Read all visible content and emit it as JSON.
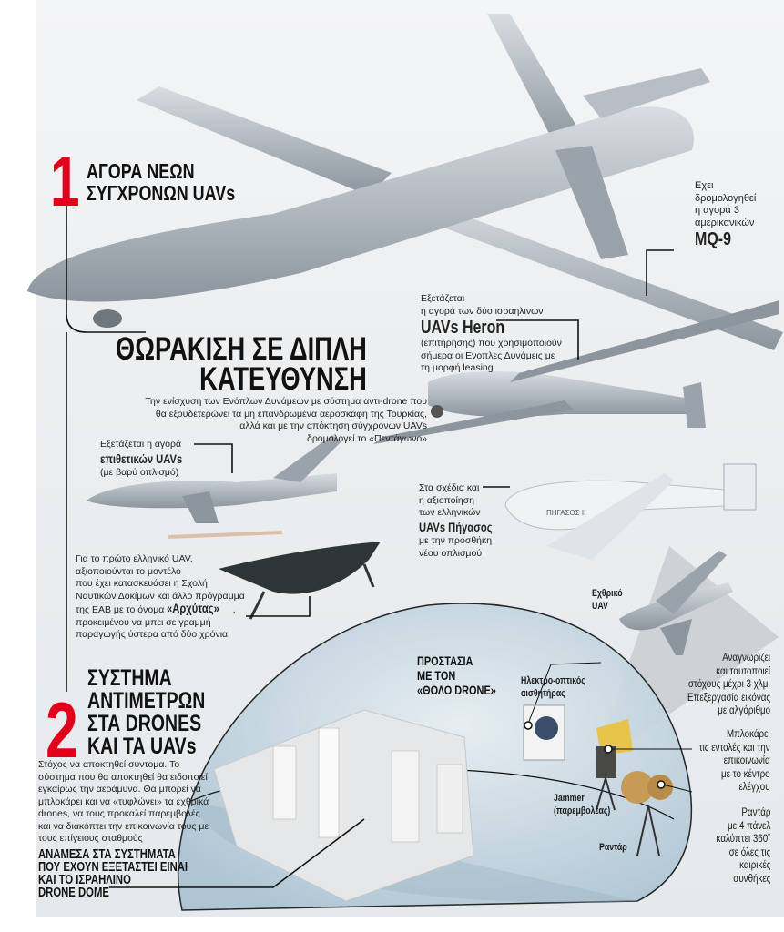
{
  "colors": {
    "accent_red": "#e3001b",
    "text": "#1a1a1a",
    "background": "#eceef0",
    "dome": "#b9cfdc"
  },
  "section1": {
    "number": "1",
    "title_line1": "ΑΓΟΡΑ ΝΕΩΝ",
    "title_line2": "ΣΥΓΧΡΟΝΩΝ UAVs"
  },
  "mq9": {
    "line1": "Εχει",
    "line2": "δρομολογηθεί",
    "line3": "η αγορά 3",
    "line4": "αμερικανικών",
    "name": "MQ-9"
  },
  "heron": {
    "line1": "Εξετάζεται",
    "line2": "η αγορά των δύο ισραηλινών",
    "name": "UAVs Heron",
    "line3": "(επιτήρησης) που χρησιμοποιούν",
    "line4": "σήμερα οι Ενοπλες Δυνάμεις με",
    "line5": "τη μορφή leasing"
  },
  "main": {
    "title_line1": "ΘΩΡΑΚΙΣΗ ΣΕ ΔΙΠΛΗ",
    "title_line2": "ΚΑΤΕΥΘΥΝΣΗ",
    "intro": [
      "Την ενίσχυση των Ενόπλων Δυνάμεων με σύστημα αντι-drone που",
      "θα εξουδετερώνει τα μη επανδρωμένα αεροσκάφη της Τουρκίας,",
      "αλλά και με την απόκτηση σύγχρονων UAVs",
      "δρομολογεί το «Πεντάγωνο»"
    ]
  },
  "attack": {
    "line1": "Εξετάζεται η αγορά",
    "name": "επιθετικών UAVs",
    "line2": "(με βαρύ οπλισμό)"
  },
  "pegasus": {
    "line1": "Στα σχέδια και",
    "line2": "η αξιοποίηση",
    "line3": "των ελληνικών",
    "name": "UAVs Πήγασος",
    "line4": "με την προσθήκη",
    "line5": "νέου οπλισμού",
    "marking": "ΠΗΓΑΣΟΣ II"
  },
  "archytas": {
    "lines": [
      "Για το πρώτο ελληνικό UAV,",
      "αξιοποιούνται το μοντέλο",
      "που έχει κατασκευάσει η Σχολή",
      "Ναυτικών Δοκίμων και άλλο πρόγραμμα"
    ],
    "pre": "της ΕΑΒ με το όνομα ",
    "name": "«Αρχύτας»",
    "post": ",",
    "lines2": [
      "προκειμένου να μπει σε γραμμή",
      "παραγωγής ύστερα από δύο χρόνια"
    ]
  },
  "enemy": {
    "line1": "Εχθρικό",
    "line2": "UAV"
  },
  "section2": {
    "number": "2",
    "title": [
      "ΣΥΣΤΗΜΑ",
      "ΑΝΤΙΜΕΤΡΩΝ",
      "ΣΤΑ DRONES",
      "ΚΑΙ ΤΑ UAVs"
    ],
    "body": [
      "Στόχος να αποκτηθεί σύντομα. Το",
      "σύστημα που θα αποκτηθεί θα ειδοποιεί",
      "εγκαίρως την αεράμυνα. Θα μπορεί να",
      "μπλοκάρει και να «τυφλώνει» τα εχθρικά",
      "drones, να τους προκαλεί παρεμβολές",
      "και να διακόπτει την επικοινωνία τους με",
      "τους επίγειους σταθμούς"
    ],
    "caption": [
      "ΑΝΑΜΕΣΑ ΣΤΑ ΣΥΣΤΗΜΑΤΑ",
      "ΠΟΥ ΕΧΟΥΝ ΕΞΕΤΑΣΤΕΙ ΕΙΝΑΙ",
      "ΚΑΙ ΤΟ ΙΣΡΑΗΛΙΝΟ",
      "DRONE DOME"
    ]
  },
  "dome": {
    "title": [
      "ΠΡΟΣΤΑΣΙΑ",
      "ΜΕ ΤΟΝ",
      "«ΘΟΛΟ DRONE»"
    ],
    "sensor_label": [
      "Ηλεκτρο-οπτικός",
      "αισθητήρας"
    ],
    "jammer_label": [
      "Jammer",
      "(παρεμβολέας)"
    ],
    "radar_label": "Ραντάρ",
    "sensor_desc": [
      "Αναγνωρίζει",
      "και ταυτοποιεί",
      "στόχους μέχρι 3 χλμ.",
      "Επεξεργασία εικόνας",
      "με αλγόριθμο"
    ],
    "jammer_desc": [
      "Μπλοκάρει",
      "τις εντολές και την",
      "επικοινωνία",
      "με το κέντρο",
      "ελέγχου"
    ],
    "radar_desc": [
      "Ραντάρ",
      "με 4 πάνελ",
      "καλύπτει 360˚",
      "σε όλες τις",
      "καιρικές",
      "συνθήκες"
    ]
  }
}
